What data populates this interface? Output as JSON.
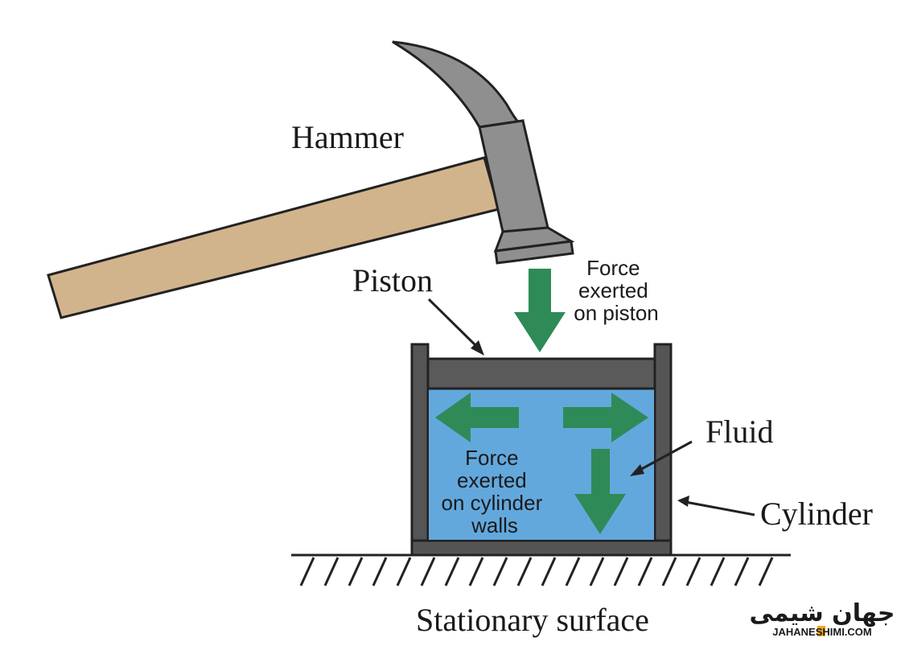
{
  "labels": {
    "hammer": "Hammer",
    "piston": "Piston",
    "fluid": "Fluid",
    "cylinder": "Cylinder",
    "surface": "Stationary surface",
    "force_piston": [
      "Force",
      "exerted",
      "on piston"
    ],
    "force_walls": [
      "Force",
      "exerted",
      "on cylinder",
      "walls"
    ]
  },
  "logo": {
    "fa": "جهان شیمی",
    "en": "JAHANESHIMI.COM"
  },
  "colors": {
    "fluid": "#63a8dd",
    "arrow": "#2e8b57",
    "cylinder": "#555555",
    "piston": "#5a5a5a",
    "hammer_head": "#8f8f8f",
    "hammer_handle": "#d2b48c",
    "logo_accent": "#f5a623"
  }
}
